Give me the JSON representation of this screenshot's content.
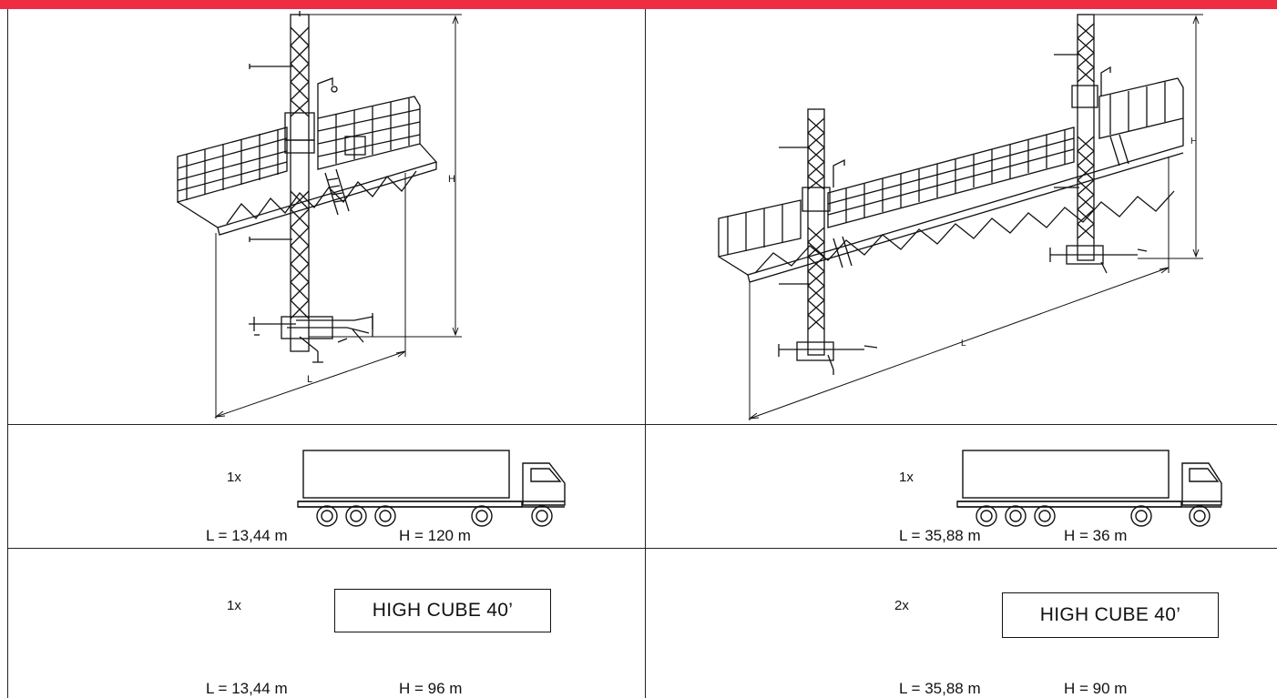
{
  "colors": {
    "accent_bar": "#ef2d42",
    "line": "#222222"
  },
  "configurations": [
    {
      "drawing": {
        "icon": "single-mast-climbing-platform",
        "dim_length_label": "L",
        "dim_height_label": "H"
      },
      "truck": {
        "quantity": "1x",
        "length_value": "L = 13,44 m",
        "height_value": "H = 120 m"
      },
      "container": {
        "quantity": "1x",
        "label": "HIGH CUBE 40’",
        "length_value": "L = 13,44 m",
        "height_value": "H = 96 m"
      }
    },
    {
      "drawing": {
        "icon": "twin-mast-climbing-platform",
        "dim_length_label": "L",
        "dim_height_label": "H"
      },
      "truck": {
        "quantity": "1x",
        "length_value": "L = 35,88 m",
        "height_value": "H = 36 m"
      },
      "container": {
        "quantity": "2x",
        "label": "HIGH CUBE 40’",
        "length_value": "L = 35,88 m",
        "height_value": "H = 90 m"
      }
    }
  ]
}
